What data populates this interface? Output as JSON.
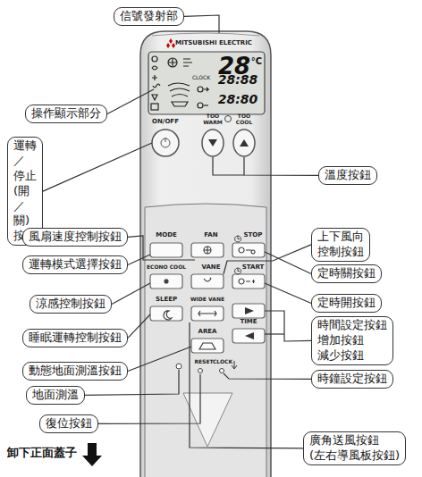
{
  "diagram": {
    "nodes": [
      {
        "text": [
          "信號發射部"
        ]
      },
      {
        "text": [
          "操作顯示部分"
        ]
      },
      {
        "text": [
          "運轉／停止 (開／關)按鈕"
        ]
      },
      {
        "text": [
          "溫度按鈕"
        ]
      },
      {
        "text": [
          "風扇速度控制按鈕"
        ]
      },
      {
        "text": [
          "上下風向 控制按鈕"
        ]
      },
      {
        "text": [
          "運轉模式選擇按鈕"
        ]
      },
      {
        "text": [
          "定時關按鈕"
        ]
      },
      {
        "text": [
          "涼感控制按鈕"
        ]
      },
      {
        "text": [
          "定時開按鈕"
        ]
      },
      {
        "text": [
          "時間設定按鈕 增加按鈕 減少按鈕"
        ]
      },
      {
        "text": [
          "睡眠運轉控制按鈕"
        ]
      },
      {
        "text": [
          "動態地面測溫按鈕"
        ]
      },
      {
        "text": [
          "時鐘設定按鈕"
        ]
      },
      {
        "text": [
          "地面測溫"
        ]
      },
      {
        "text": [
          "復位按鈕"
        ]
      },
      {
        "text": [
          "廣角送風按鈕 (左右導風板按鈕)"
        ]
      }
    ],
    "labels": [
      "MITSUBISHI ELECTRIC",
      "28",
      "°C",
      "CLOCK",
      "28:88",
      "28:80",
      "ON/OFF",
      "TOO WARM",
      "TOO COOL",
      "MODE",
      "FAN",
      "ECONO COOL",
      "VANE",
      "STOP",
      "START",
      "SLEEP",
      "WIDE VANE",
      "TIME",
      "AREA",
      "RESET",
      "CLOCK",
      "卸下正面蓋子"
    ]
  }
}
